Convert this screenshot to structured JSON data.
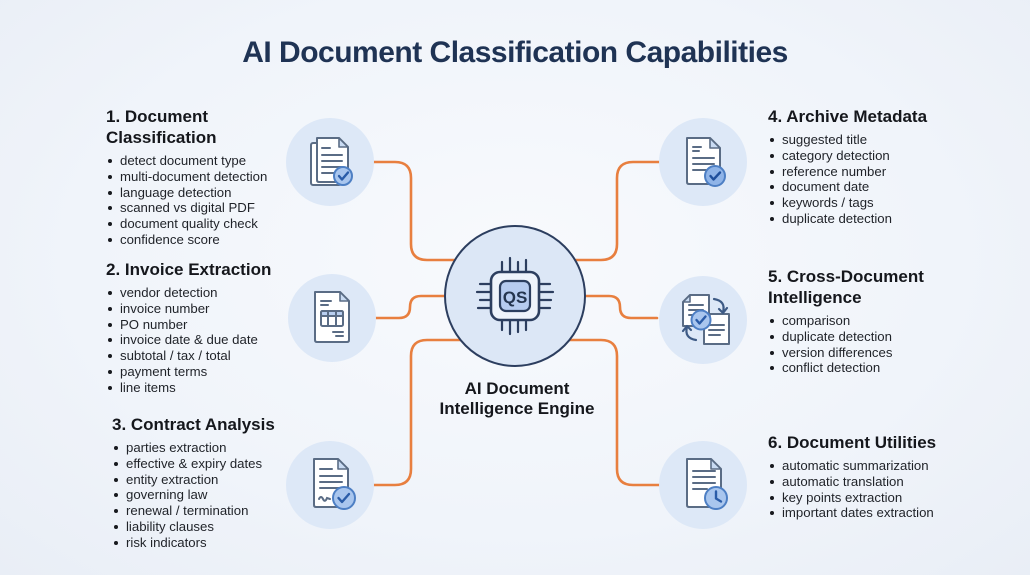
{
  "title": "AI Document Classification Capabilities",
  "hub": {
    "chip_label": "QS",
    "caption_line1": "AI Document",
    "caption_line2": "Intelligence Engine"
  },
  "sections": [
    {
      "heading": "1. Document Classification",
      "icon": "document-stack-check-icon",
      "items": [
        "detect document type",
        "multi-document detection",
        "language detection",
        "scanned vs digital PDF",
        "document quality check",
        "confidence score"
      ]
    },
    {
      "heading": "2. Invoice Extraction",
      "icon": "invoice-table-icon",
      "items": [
        "vendor detection",
        "invoice number",
        "PO number",
        "invoice date & due date",
        "subtotal / tax / total",
        "payment terms",
        "line items"
      ]
    },
    {
      "heading": "3. Contract Analysis",
      "icon": "contract-signature-check-icon",
      "items": [
        "parties extraction",
        "effective & expiry dates",
        "entity extraction",
        "governing law",
        "renewal / termination",
        "liability clauses",
        "risk indicators"
      ]
    },
    {
      "heading": "4. Archive Metadata",
      "icon": "document-check-icon",
      "items": [
        "suggested title",
        "category detection",
        "reference number",
        "document date",
        "keywords / tags",
        "duplicate detection"
      ]
    },
    {
      "heading": "5. Cross-Document Intelligence",
      "icon": "document-sync-check-icon",
      "items": [
        "comparison",
        "duplicate detection",
        "version differences",
        "conflict detection"
      ]
    },
    {
      "heading": "6. Document Utilities",
      "icon": "document-clock-icon",
      "items": [
        "automatic summarization",
        "automatic translation",
        "key points extraction",
        "important dates extraction"
      ]
    }
  ],
  "colors": {
    "accent_connector": "#e87f3f",
    "title_text": "#1f3354",
    "hub_fill": "#dce7f6",
    "hub_border": "#2c3e5f",
    "chip_inner_fill": "#b6cbf0",
    "icon_circle_fill": "#dde8f7",
    "background": "#f0f4fa"
  }
}
